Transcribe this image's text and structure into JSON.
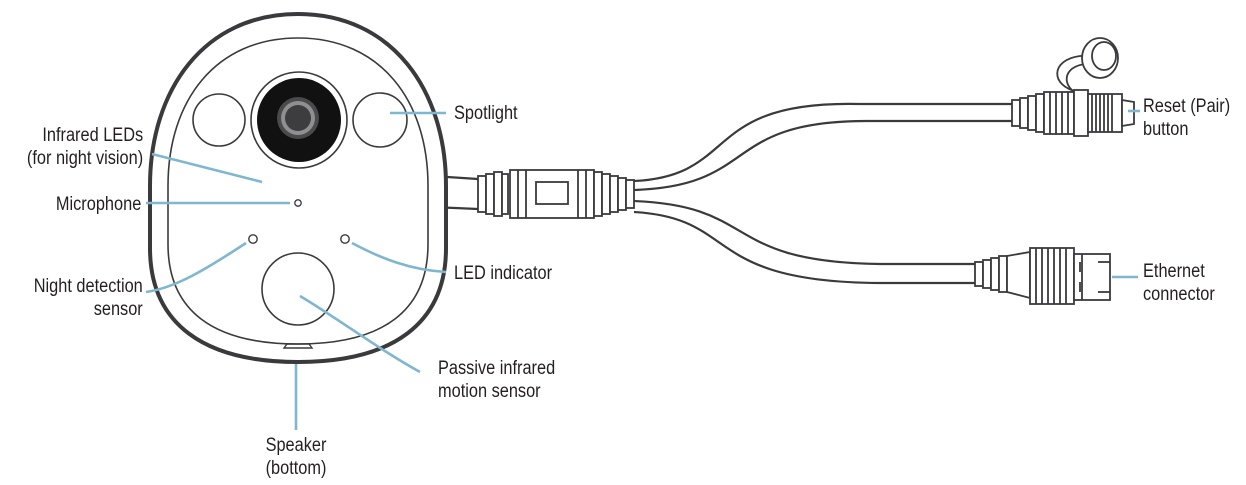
{
  "labels": {
    "infrared_leds": [
      "Infrared LEDs",
      "(for night vision)"
    ],
    "microphone": [
      "Microphone"
    ],
    "night_detection": [
      "Night detection",
      "sensor"
    ],
    "spotlight": [
      "Spotlight"
    ],
    "led_indicator": [
      "LED indicator"
    ],
    "pir": [
      "Passive infrared",
      "motion sensor"
    ],
    "speaker": [
      "Speaker",
      "(bottom)"
    ],
    "reset": [
      "Reset (Pair)",
      "button"
    ],
    "ethernet": [
      "Ethernet",
      "connector"
    ]
  },
  "colors": {
    "outline": "#3a3a3c",
    "leader": "#7fb6d0",
    "text": "#231f20"
  }
}
